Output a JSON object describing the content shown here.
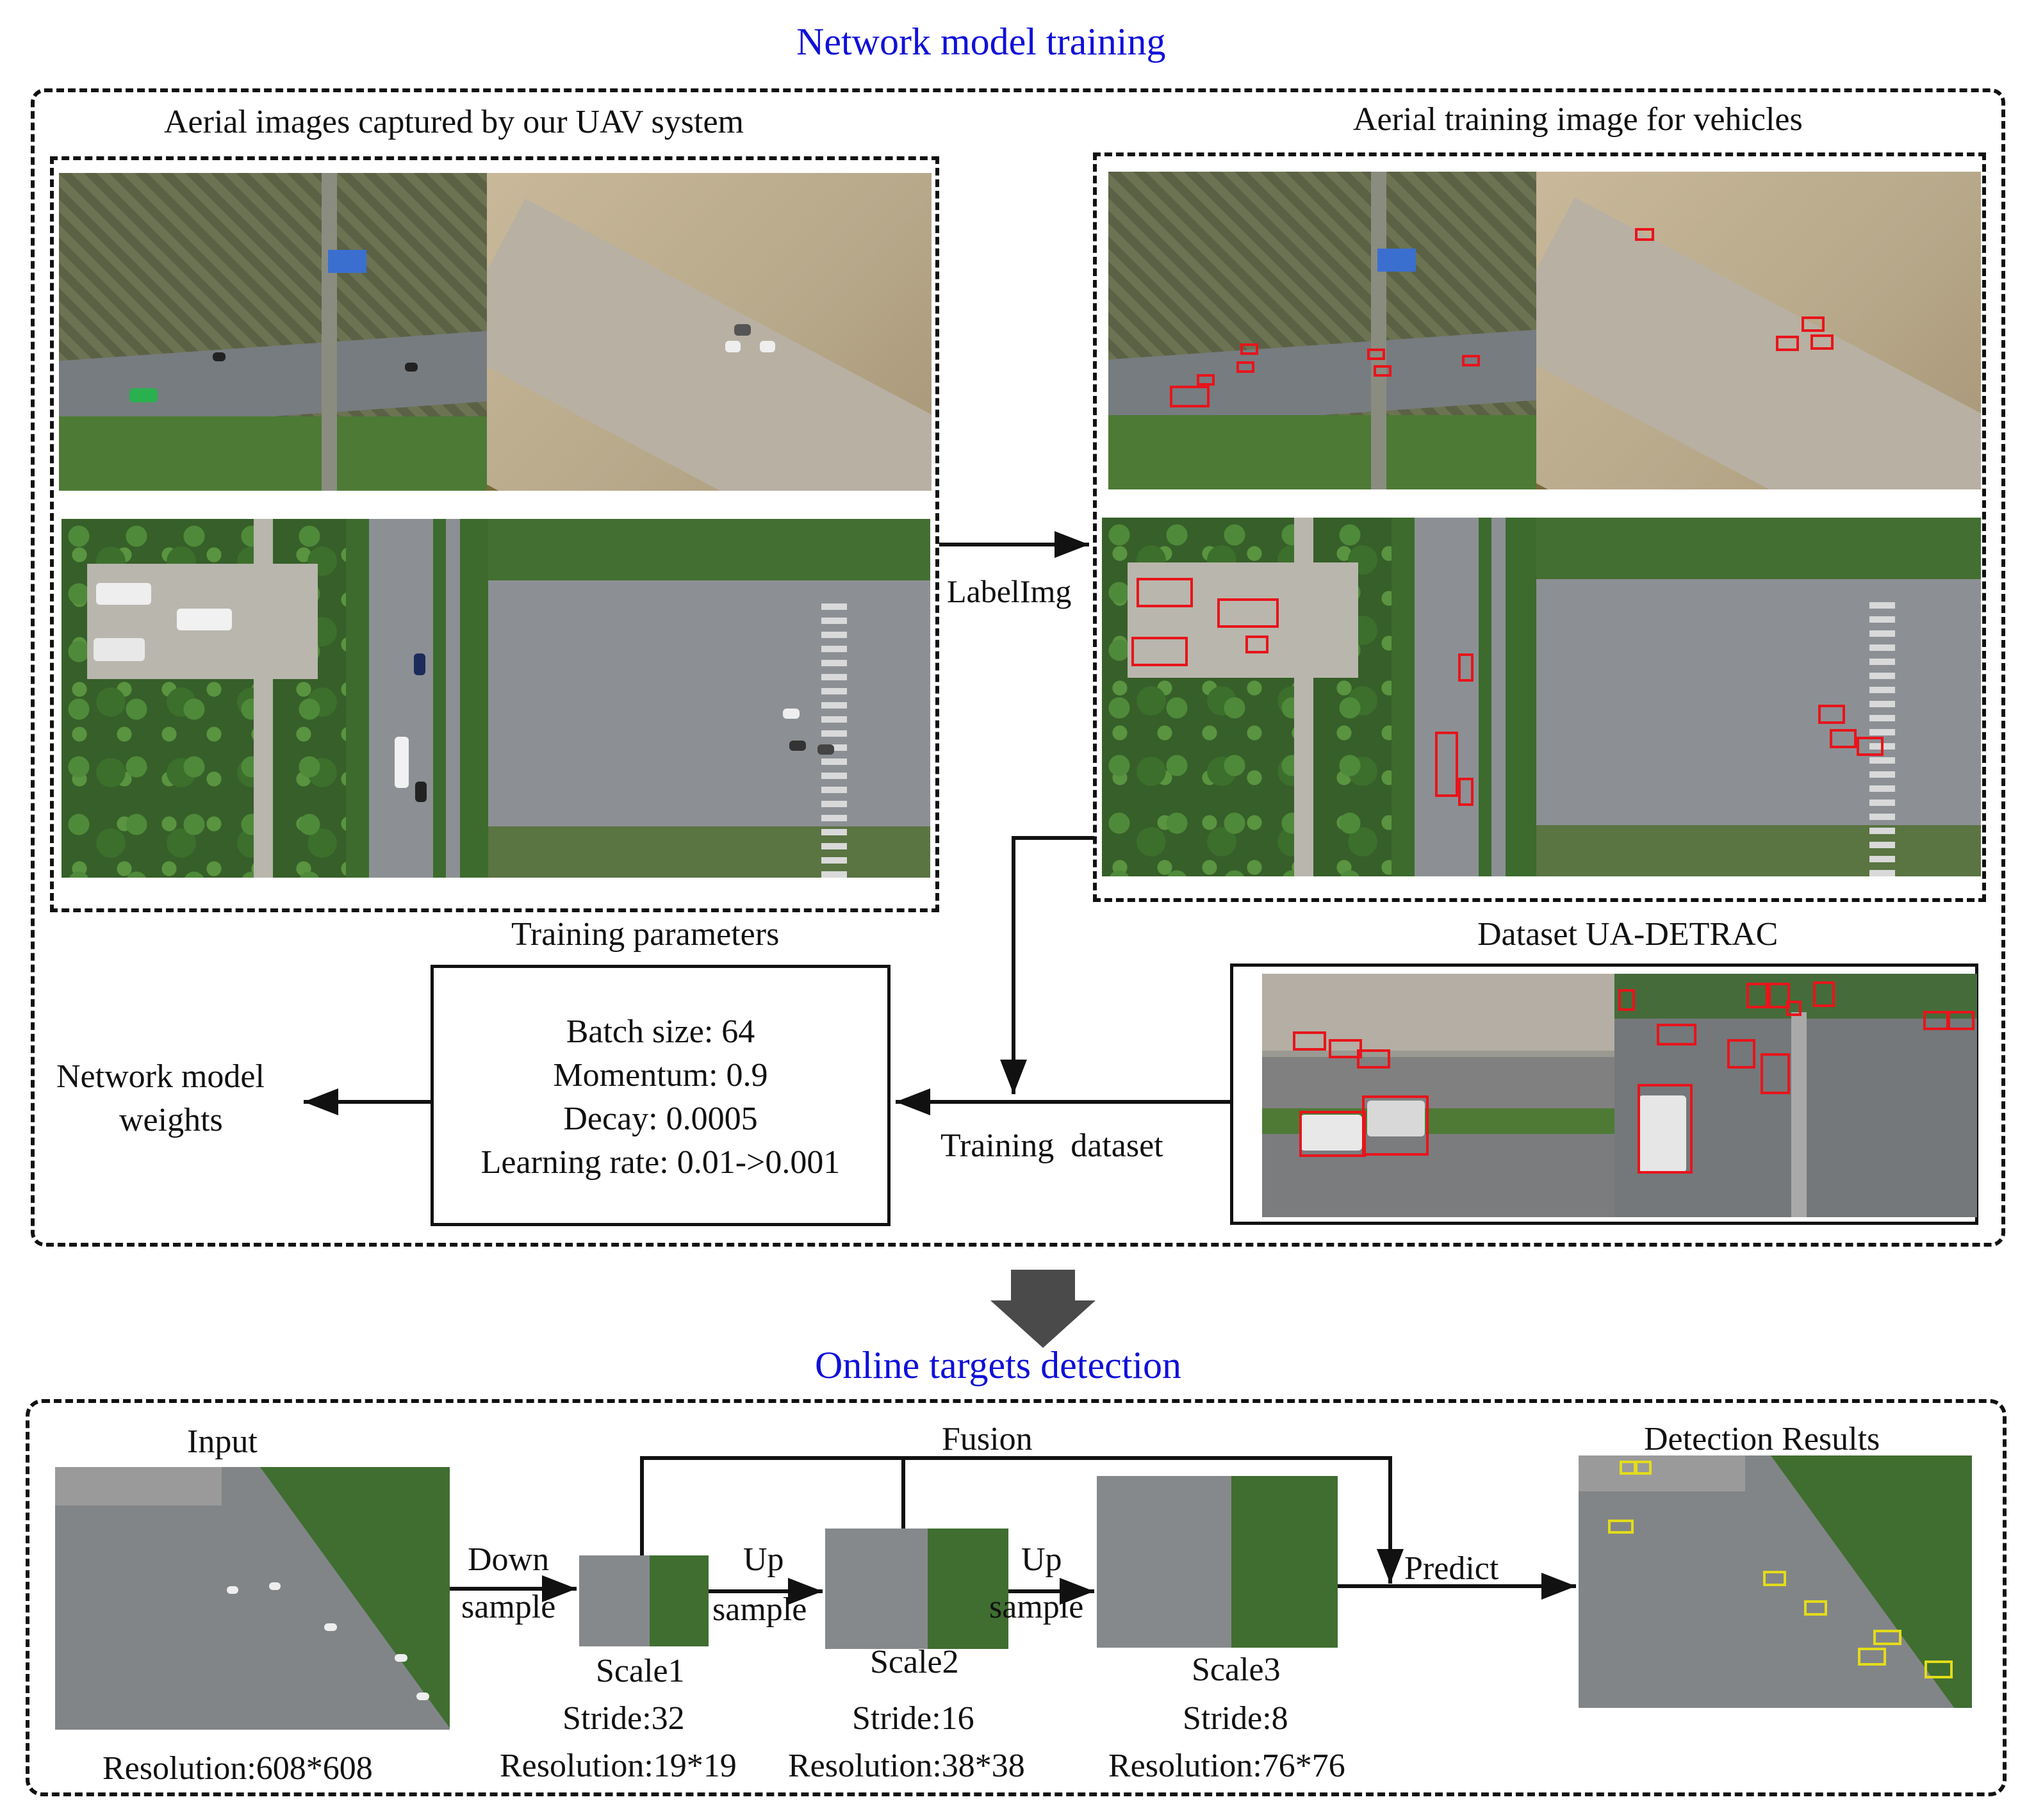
{
  "training": {
    "title": "Network model training",
    "aerial_captured_label": "Aerial images captured by our UAV system",
    "aerial_training_label": "Aerial training image for vehicles",
    "labelimg_label": "LabelImg",
    "training_parameters_label": "Training parameters",
    "dataset_label": "Dataset UA-DETRAC",
    "training_dataset_label": "Training  dataset",
    "weights_label_line1": "Network model",
    "weights_label_line2": "weights",
    "params": {
      "batch": "Batch size: 64",
      "momentum": "Momentum: 0.9",
      "decay": "Decay: 0.0005",
      "lr": "Learning rate: 0.01->0.001"
    }
  },
  "detection": {
    "title": "Online targets detection",
    "input_label": "Input",
    "input_resolution": "Resolution:608*608",
    "fusion_label": "Fusion",
    "down_label": "Down",
    "sample_label": "sample",
    "up_label": "Up",
    "predict_label": "Predict",
    "results_label": "Detection Results",
    "scales": [
      {
        "name": "Scale1",
        "stride": "Stride:32",
        "resolution": "Resolution:19*19"
      },
      {
        "name": "Scale2",
        "stride": "Stride:16",
        "resolution": "Resolution:38*38"
      },
      {
        "name": "Scale3",
        "stride": "Stride:8",
        "resolution": "Resolution:76*76"
      }
    ]
  },
  "colors": {
    "title_blue": "#1010d8",
    "bbox_red": "#e8141b",
    "bbox_yellow": "#e3dc1a",
    "arrow_gray": "#4a4a4a"
  }
}
